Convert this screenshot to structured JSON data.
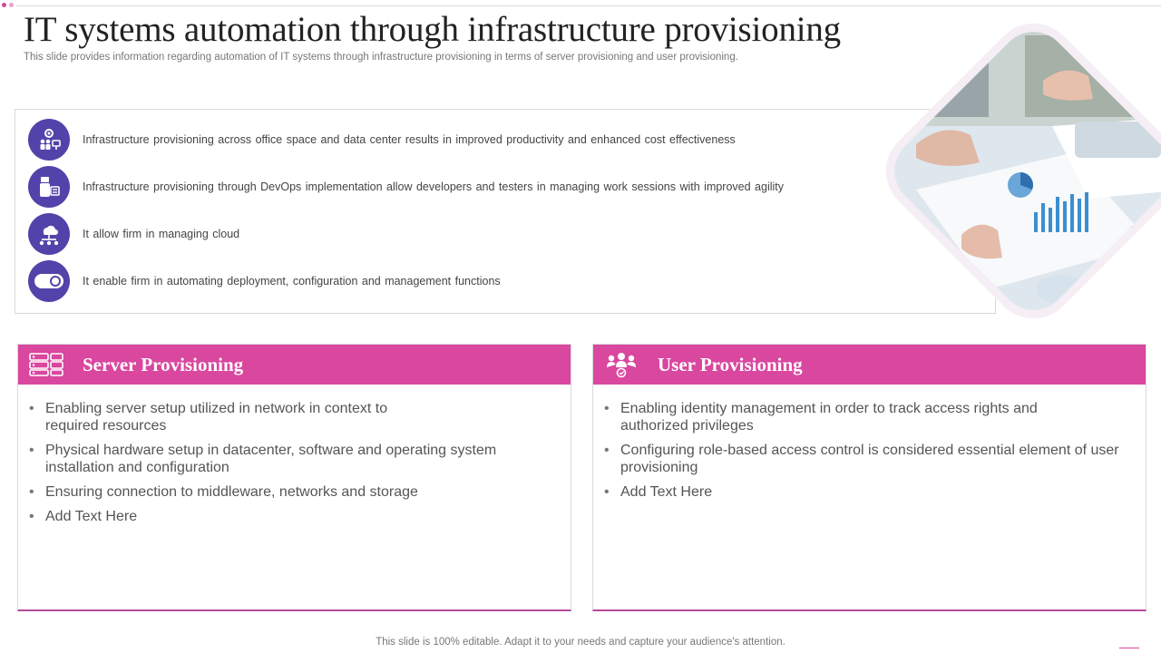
{
  "header": {
    "title": "IT systems automation through infrastructure provisioning",
    "subtitle": "This slide provides information regarding automation of IT systems through infrastructure provisioning in terms of server provisioning and user provisioning."
  },
  "key_points": [
    {
      "icon": "people-gear-icon",
      "text": "Infrastructure  provisioning  across office space and data center results in improved  productivity  and enhanced cost effectiveness"
    },
    {
      "icon": "devops-icon",
      "text": "Infrastructure  provisioning  through  DevOps  implementation  allow developers  and testers in managing  work sessions with improved  agility"
    },
    {
      "icon": "cloud-network-icon",
      "text": "It allow firm in managing  cloud"
    },
    {
      "icon": "toggle-icon",
      "text": "It enable firm in automating deployment,  configuration  and management  functions"
    }
  ],
  "server_card": {
    "icon": "server-rack-icon",
    "title": "Server Provisioning",
    "bullets": [
      "Enabling server setup utilized in network in context to required resources",
      "Physical hardware setup in datacenter, software and operating system installation and configuration",
      "Ensuring connection to middleware, networks and storage",
      "Add Text Here"
    ]
  },
  "user_card": {
    "icon": "user-group-icon",
    "title": "User Provisioning",
    "bullets": [
      "Enabling identity management in order to track access rights and authorized privileges",
      "Configuring role-based access control is considered essential element of user provisioning",
      "Add Text Here"
    ]
  },
  "footer": {
    "text": "This slide is 100% editable. Adapt it to your needs and capture your audience's attention."
  },
  "colors": {
    "accent_pink": "#d9479f",
    "icon_purple": "#5243aa"
  }
}
